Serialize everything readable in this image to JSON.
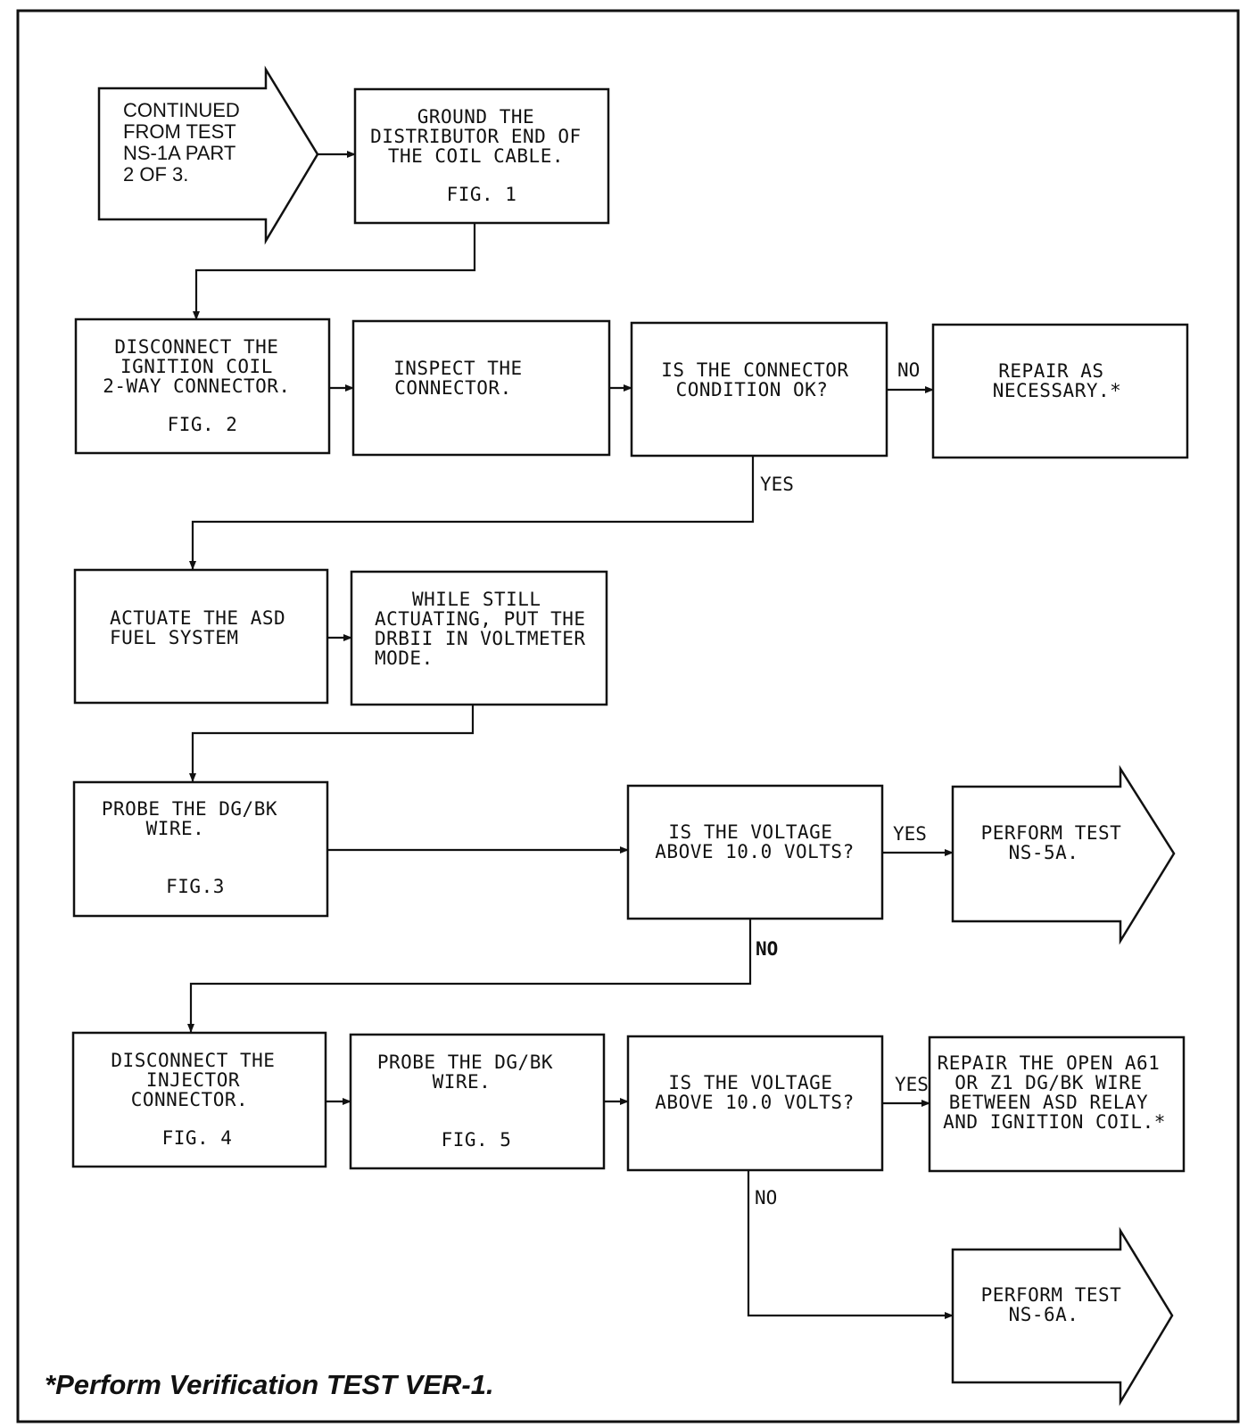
{
  "start_arrow": {
    "lines": [
      "CONTINUED",
      "FROM TEST",
      "NS-1A PART",
      "2 OF 3."
    ]
  },
  "steps": {
    "ground": {
      "lines": [
        "GROUND THE",
        "DISTRIBUTOR END OF",
        "THE COIL CABLE."
      ],
      "fig": "FIG. 1"
    },
    "disconnect_coil": {
      "lines": [
        "DISCONNECT THE",
        "IGNITION COIL",
        "2-WAY CONNECTOR."
      ],
      "fig": "FIG. 2"
    },
    "inspect": {
      "lines": [
        "INSPECT THE",
        "CONNECTOR."
      ]
    },
    "connector_ok": {
      "lines": [
        "IS THE CONNECTOR",
        "CONDITION OK?"
      ]
    },
    "repair_connector": {
      "lines": [
        "REPAIR AS",
        "NECESSARY.*"
      ]
    },
    "actuate": {
      "lines": [
        "ACTUATE THE ASD",
        "FUEL SYSTEM"
      ]
    },
    "voltmeter": {
      "lines": [
        "WHILE STILL",
        "ACTUATING, PUT THE",
        "DRBII IN VOLTMETER",
        "MODE."
      ]
    },
    "probe1": {
      "lines": [
        "PROBE THE DG/BK",
        "WIRE."
      ],
      "fig": "FIG.3"
    },
    "voltage1": {
      "lines": [
        "IS THE VOLTAGE",
        "ABOVE 10.0 VOLTS?"
      ]
    },
    "perform_5a": {
      "lines": [
        "PERFORM TEST",
        "NS-5A."
      ]
    },
    "disconnect_injector": {
      "lines": [
        "DISCONNECT THE",
        "INJECTOR",
        "CONNECTOR."
      ],
      "fig": "FIG. 4"
    },
    "probe2": {
      "lines": [
        "PROBE THE DG/BK",
        "WIRE."
      ],
      "fig": "FIG. 5"
    },
    "voltage2": {
      "lines": [
        "IS THE VOLTAGE",
        "ABOVE 10.0 VOLTS?"
      ]
    },
    "repair_open": {
      "lines": [
        "REPAIR THE OPEN A61",
        "OR Z1 DG/BK WIRE",
        "BETWEEN ASD RELAY",
        "AND IGNITION COIL.*"
      ]
    },
    "perform_6a": {
      "lines": [
        "PERFORM TEST",
        "NS-6A."
      ]
    }
  },
  "branch_labels": {
    "connector_no": "NO",
    "connector_yes": "YES",
    "voltage1_yes": "YES",
    "voltage1_no": "NO",
    "voltage2_yes": "YES",
    "voltage2_no": "NO"
  },
  "footer": "*Perform Verification TEST VER-1."
}
